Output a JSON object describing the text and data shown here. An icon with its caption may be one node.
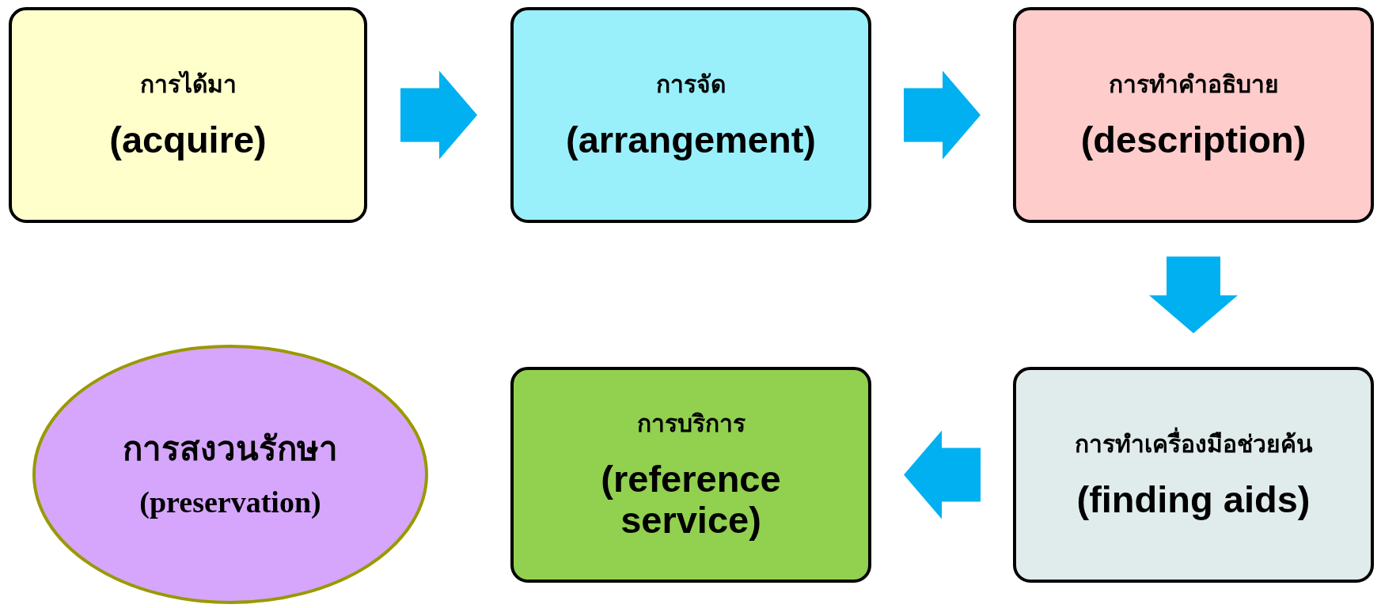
{
  "diagram": {
    "nodes": [
      {
        "text": [
          "การได้มา",
          "(acquire)"
        ]
      },
      {
        "text": [
          "การจัด",
          "(arrangement)"
        ]
      },
      {
        "text": [
          "การทำคำอธิบาย",
          "(description)"
        ]
      },
      {
        "text": [
          "การสงวนรักษา",
          "(preservation)"
        ]
      },
      {
        "text": [
          "การบริการ",
          "(reference service)"
        ]
      },
      {
        "text": [
          "การทำเครื่องมือช่วยค้น",
          "(finding aids)"
        ]
      }
    ],
    "edges": [
      {
        "from": 0,
        "to": 1,
        "arrow": "to",
        "style": "thick"
      },
      {
        "from": 1,
        "to": 2,
        "arrow": "to",
        "style": "thick"
      },
      {
        "from": 2,
        "to": 5,
        "arrow": "to",
        "style": "thick"
      },
      {
        "from": 5,
        "to": 4,
        "arrow": "to",
        "style": "thick"
      }
    ]
  }
}
